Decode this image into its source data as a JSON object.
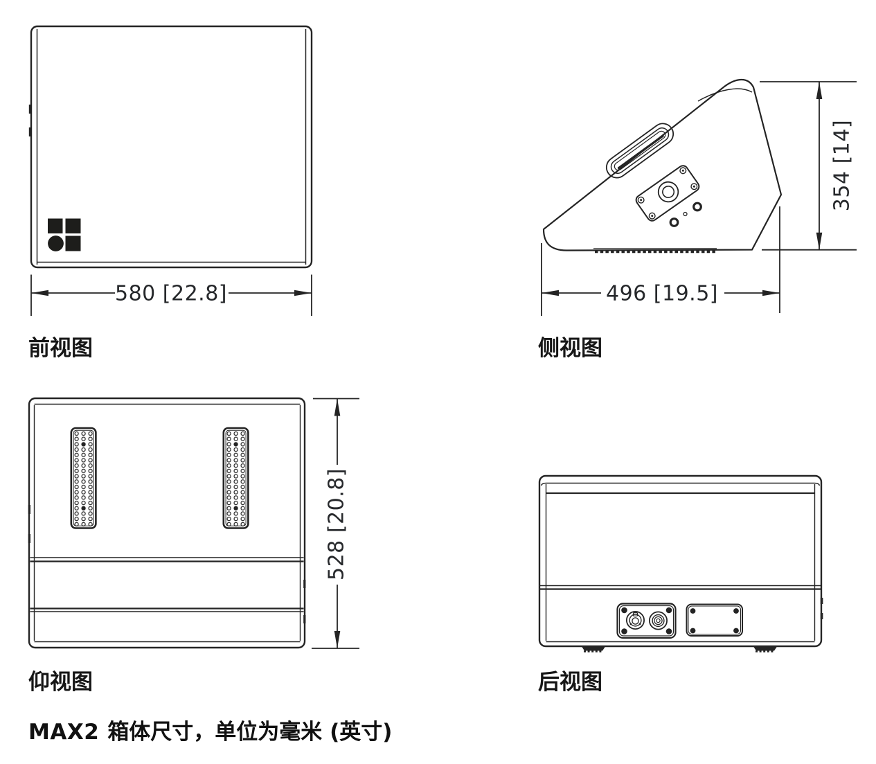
{
  "document": {
    "type": "technical-dimension-drawing",
    "caption": {
      "model": "MAX2",
      "text": "箱体尺寸，单位为毫米 (英寸)"
    },
    "units": {
      "primary": "mm",
      "secondary": "inches"
    }
  },
  "views": {
    "front": {
      "label": "前视图",
      "width": {
        "mm": 580,
        "inches": 22.8,
        "text": "580 [22.8]"
      }
    },
    "side": {
      "label": "侧视图",
      "depth": {
        "mm": 496,
        "inches": 19.5,
        "text": "496 [19.5]"
      },
      "height": {
        "mm": 354,
        "inches": 14,
        "text": "354 [14]"
      }
    },
    "bottom": {
      "label": "仰视图",
      "depth": {
        "mm": 528,
        "inches": 20.8,
        "text": "528 [20.8]"
      }
    },
    "rear": {
      "label": "后视图"
    }
  },
  "colors": {
    "ink": "#242424",
    "paper": "#ffffff"
  }
}
